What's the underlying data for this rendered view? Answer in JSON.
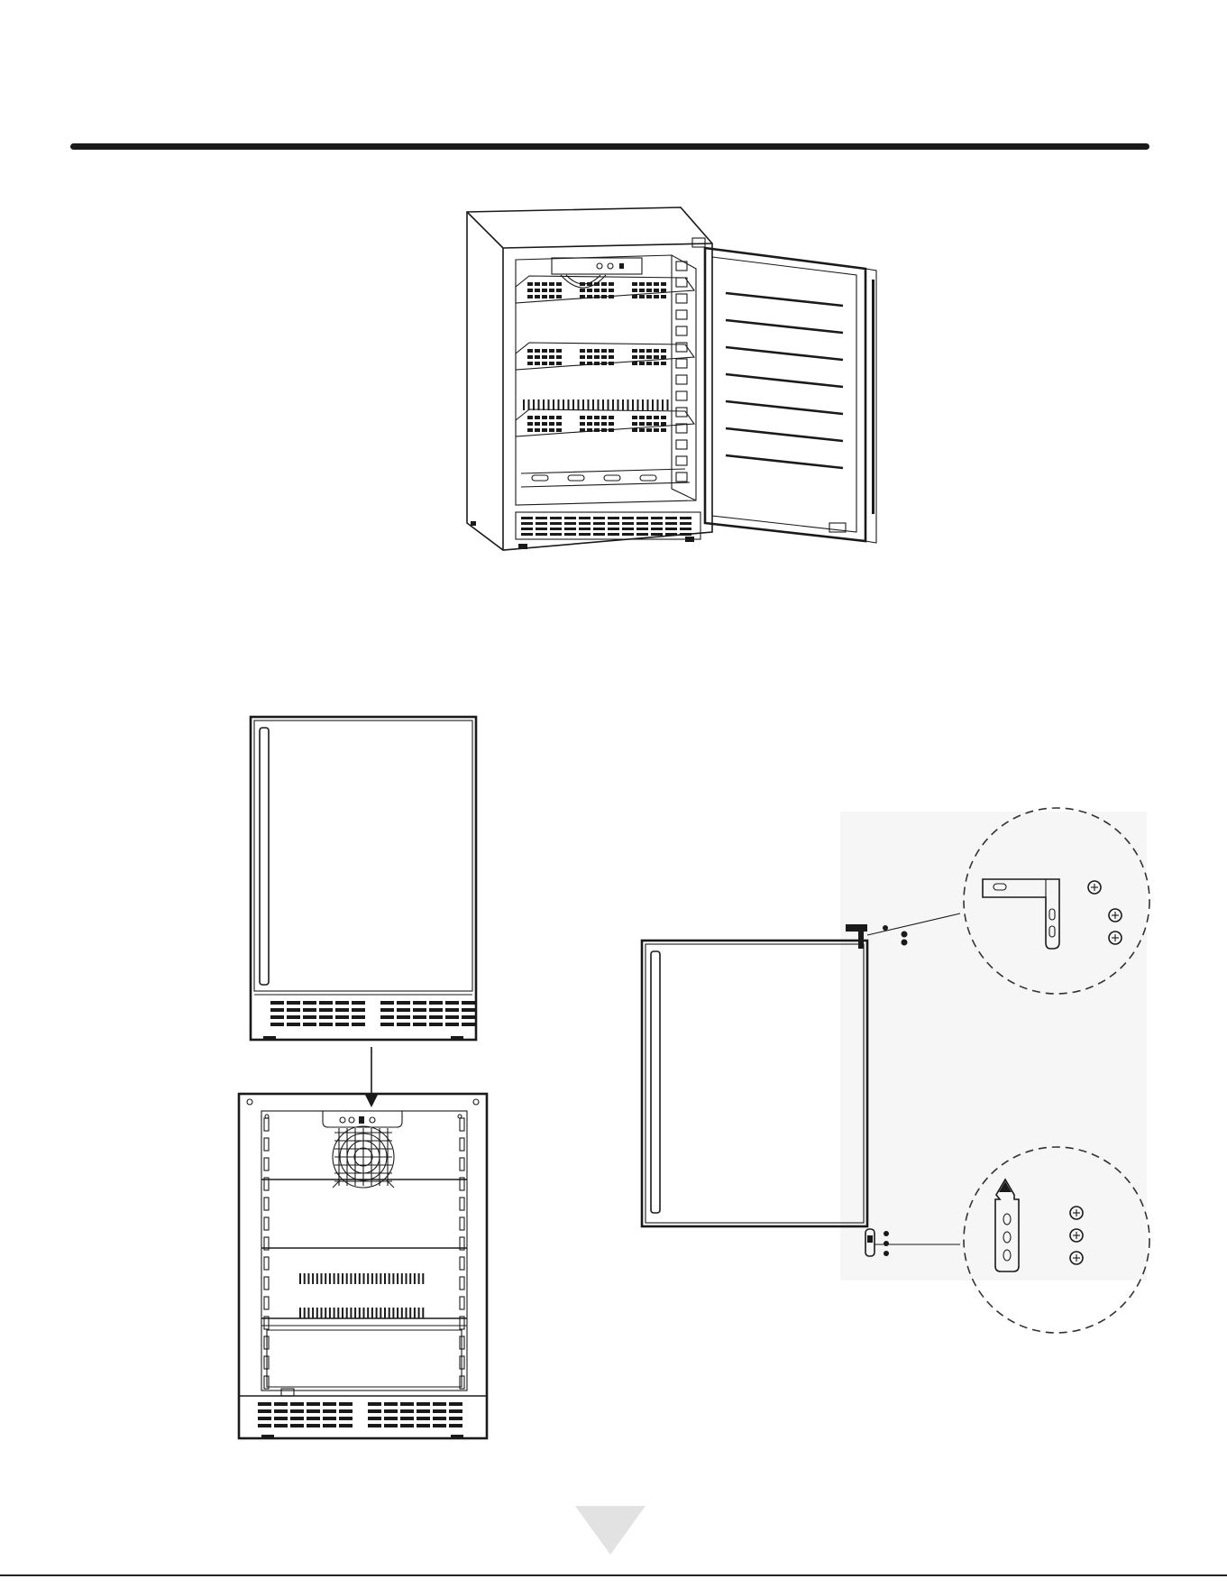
{
  "page": {
    "page_number": ""
  },
  "figures": {
    "open_fridge": {
      "icon": "refrigerator-open-door-illustration"
    },
    "door_removal": {
      "icon": "door-removal-arrow-illustration"
    },
    "hinge_detail": {
      "icon": "hinge-magnified-detail-illustration"
    },
    "next_page": {
      "icon": "down-triangle-icon"
    }
  },
  "colors": {
    "ink": "#1a1a1a",
    "paper": "#ffffff"
  }
}
